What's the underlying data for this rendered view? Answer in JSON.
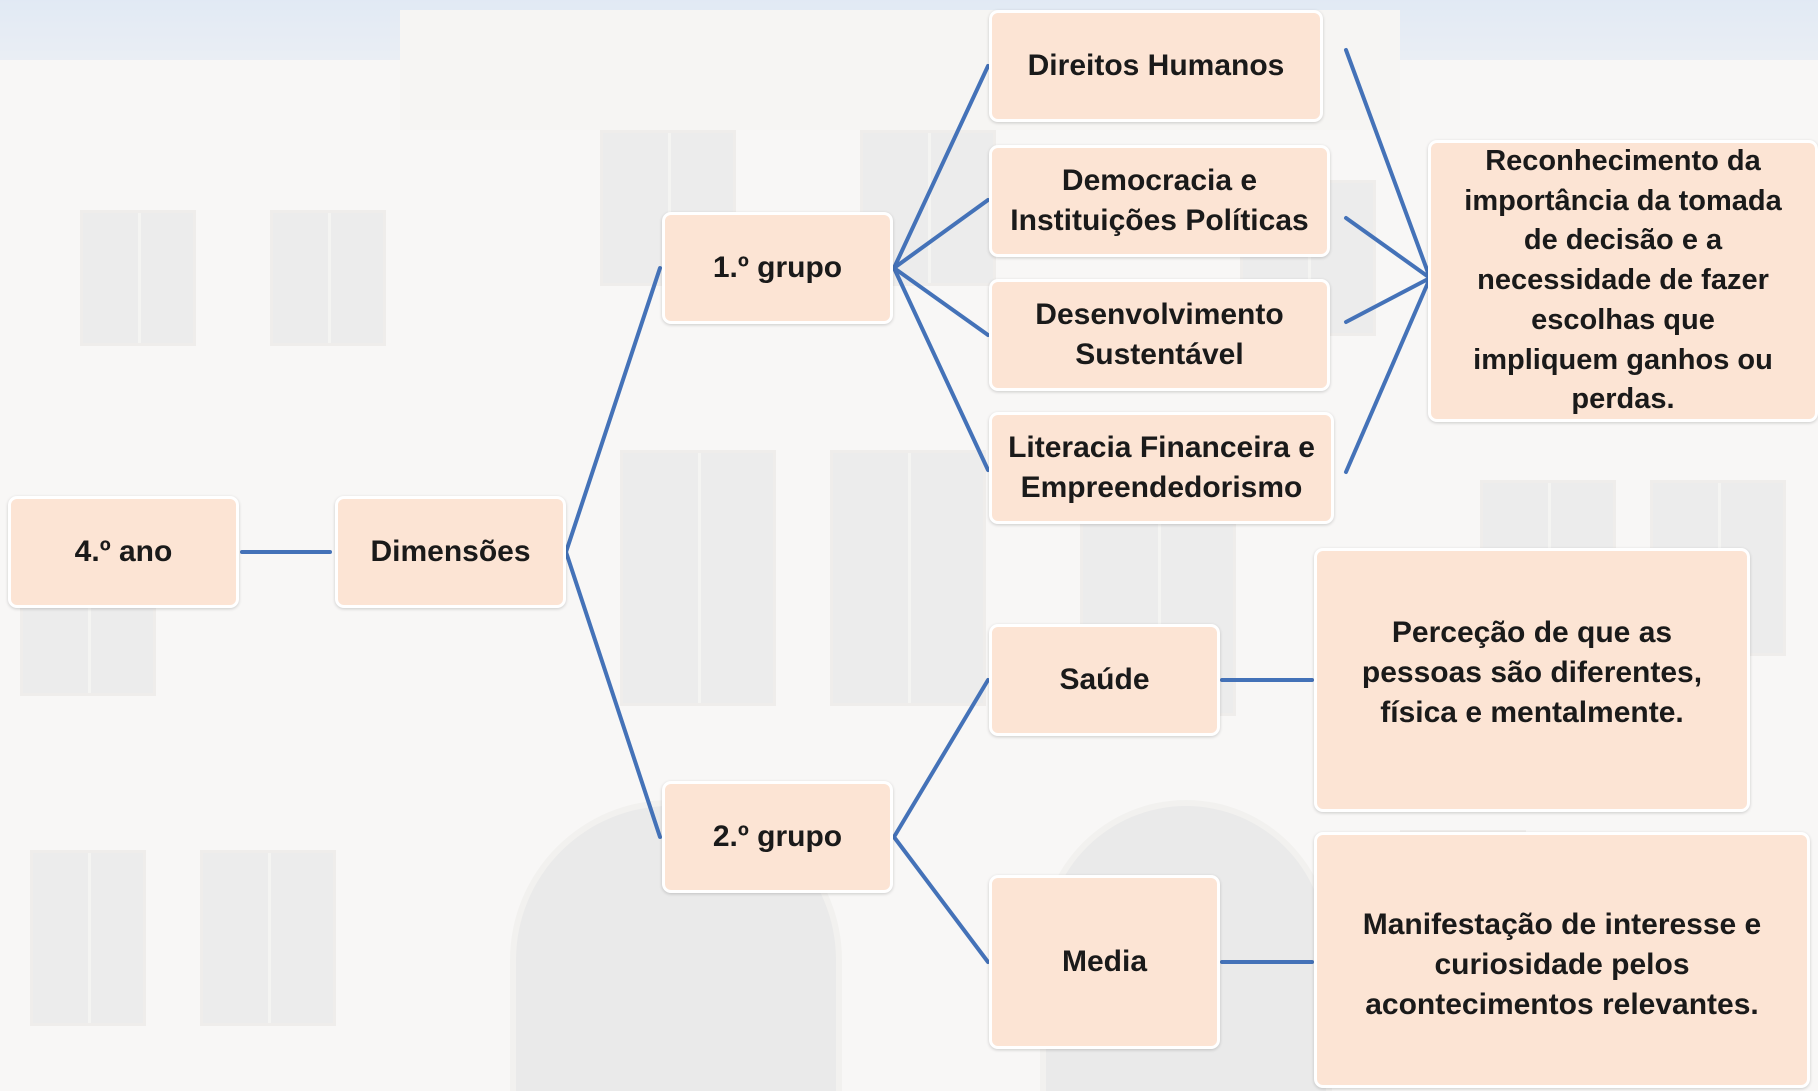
{
  "diagram": {
    "root": "4.º ano",
    "dimensions": "Dimensões",
    "group1": {
      "label": "1.º grupo",
      "topics": [
        "Direitos Humanos",
        "Democracia e\nInstituições Políticas",
        "Desenvolvimento\nSustentável",
        "Literacia Financeira e\nEmpreendedorismo"
      ],
      "outcome": "Reconhecimento da\nimportância da tomada\nde decisão e a\nnecessidade de fazer\nescolhas que\nimpliquem ganhos ou\nperdas."
    },
    "group2": {
      "label": "2.º grupo",
      "topics": [
        "Saúde",
        "Media"
      ],
      "outcomes": [
        "Perceção de que as\npessoas são diferentes,\nfísica e mentalmente.",
        "Manifestação de interesse e\ncuriosidade pelos\nacontecimentos relevantes."
      ]
    }
  },
  "colors": {
    "box_fill": "#fce4d4",
    "box_border": "#ffffff",
    "connector": "#4472b8"
  }
}
